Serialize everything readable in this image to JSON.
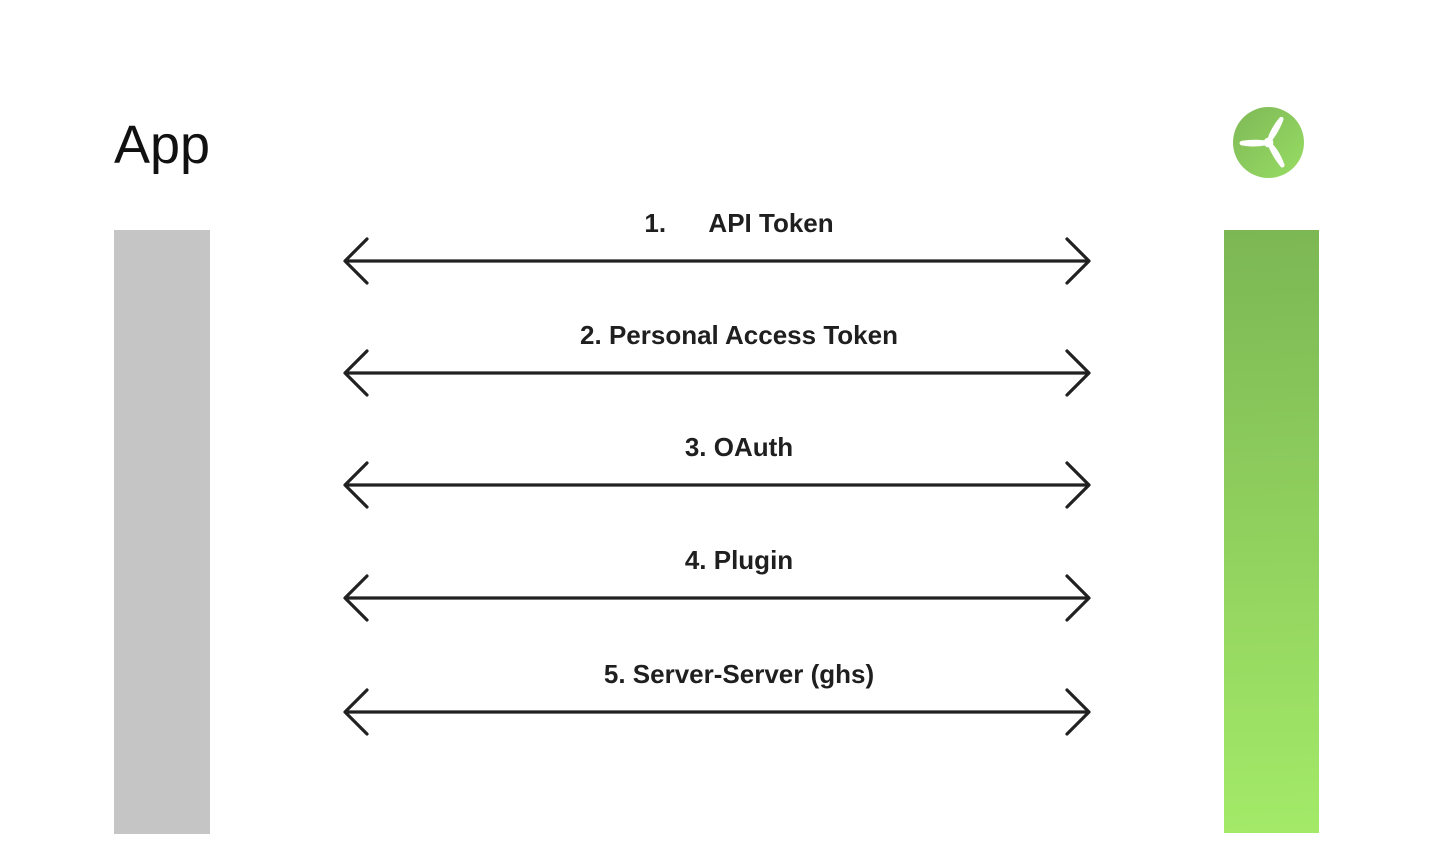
{
  "header": {
    "title": "App"
  },
  "icons": {
    "logo": "propeller-icon"
  },
  "colors": {
    "background": "#ffffff",
    "text_color": "#111111",
    "label_color": "#1f1f1f",
    "arrow_color": "#212121",
    "bar_gray": "#c5c5c5",
    "bar_green_top": "#7cb754",
    "bar_green_bottom": "#a4ea68",
    "logo_green_top": "#7fb857",
    "logo_green_bottom": "#97dd64"
  },
  "connections": [
    {
      "label": "1.      API Token"
    },
    {
      "label": "2. Personal Access Token"
    },
    {
      "label": "3. OAuth"
    },
    {
      "label": "4. Plugin"
    },
    {
      "label": "5. Server-Server (ghs)"
    }
  ]
}
